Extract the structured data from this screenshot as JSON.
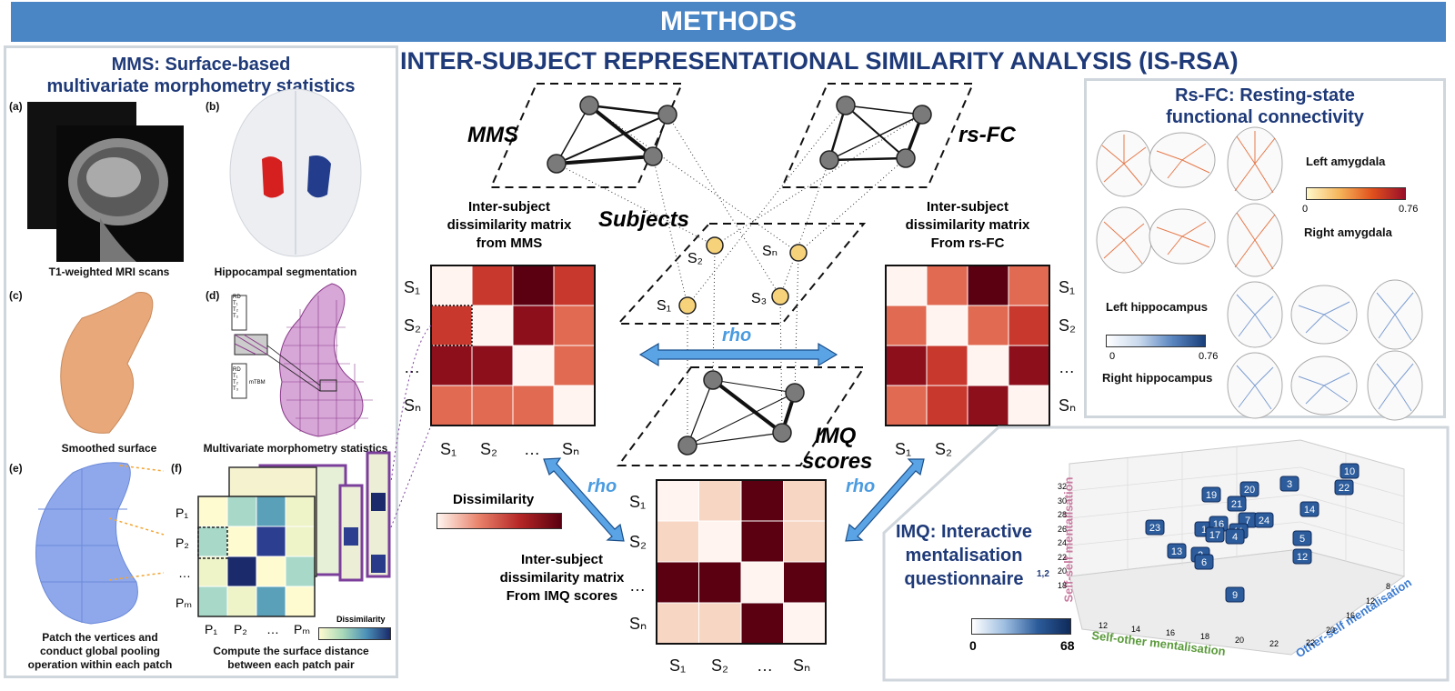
{
  "header": {
    "title": "METHODS"
  },
  "mms": {
    "title1": "MMS: Surface-based",
    "title2": "multivariate morphometry statistics",
    "a": "(a)",
    "b": "(b)",
    "c": "(c)",
    "d": "(d)",
    "e": "(e)",
    "f": "(f)",
    "cap_a": "T1-weighted MRI scans",
    "cap_b": "Hippocampal segmentation",
    "cap_c": "Smoothed surface",
    "cap_d": "Multivariate morphometry statistics",
    "cap_e1": "Patch the vertices and",
    "cap_e2": "conduct global pooling",
    "cap_e3": "operation within each patch",
    "cap_f1": "Compute the surface distance",
    "cap_f2": "between each patch pair",
    "dissimilarity": "Dissimilarity",
    "patches": [
      "P₁",
      "P₂",
      "…",
      "Pₘ"
    ],
    "d_box1": [
      "RD",
      "T₁",
      "T₂",
      "T₃"
    ],
    "d_box2": [
      "RD",
      "T₁",
      "T₂",
      "T₃"
    ],
    "mtbm": "mTBM"
  },
  "center": {
    "title": "INTER-SUBJECT REPRESENTATIONAL SIMILARITY ANALYSIS (IS-RSA)",
    "mms": "MMS",
    "rsfc": "rs-FC",
    "subjects": "Subjects",
    "imq1": "IMQ",
    "imq2": "scores",
    "rho": "rho",
    "mat_mms": [
      "Inter-subject",
      "dissimilarity matrix",
      "from MMS"
    ],
    "mat_rsfc": [
      "Inter-subject",
      "dissimilarity matrix",
      "From rs-FC"
    ],
    "mat_imq": [
      "Inter-subject",
      "dissimilarity matrix",
      "From IMQ scores"
    ],
    "dissimilarity": "Dissimilarity",
    "nodes": [
      "S₁",
      "S₂",
      "S₃",
      "Sₙ"
    ],
    "subj_labels": [
      "S₁",
      "S₂",
      "…",
      "Sₙ"
    ]
  },
  "rsfc": {
    "title1": "Rs-FC: Resting-state",
    "title2": "functional connectivity",
    "left_amyg": "Left amygdala",
    "right_amyg": "Right amygdala",
    "left_hippo": "Left hippocampus",
    "right_hippo": "Right hippocampus",
    "cb_min": "0",
    "cb_max": "0.76"
  },
  "imq": {
    "title1": "IMQ: Interactive",
    "title2": "mentalisation",
    "title3": "questionnaire",
    "sup": "1,2",
    "cb_min": "0",
    "cb_max": "68"
  },
  "chart_data": {
    "type": "scatter",
    "xlabel": "Self-other mentalisation",
    "ylabel": "Other-self mentalisation",
    "zlabel": "Self-self mentalisation",
    "x_ticks": [
      "12",
      "14",
      "16",
      "18",
      "20",
      "22"
    ],
    "y_ticks": [
      "8",
      "12",
      "16",
      "20",
      "22"
    ],
    "z_ticks": [
      "18",
      "20",
      "22",
      "24",
      "26",
      "28",
      "30",
      "32"
    ],
    "points": [
      {
        "label": "10"
      },
      {
        "label": "22"
      },
      {
        "label": "3"
      },
      {
        "label": "20"
      },
      {
        "label": "19"
      },
      {
        "label": "21"
      },
      {
        "label": "14"
      },
      {
        "label": "23"
      },
      {
        "label": "1"
      },
      {
        "label": "16"
      },
      {
        "label": "7"
      },
      {
        "label": "11"
      },
      {
        "label": "24"
      },
      {
        "label": "17"
      },
      {
        "label": "4"
      },
      {
        "label": "5"
      },
      {
        "label": "13"
      },
      {
        "label": "2"
      },
      {
        "label": "6"
      },
      {
        "label": "12"
      },
      {
        "label": "9"
      }
    ]
  },
  "colors": {
    "banner": "#4a86c5",
    "title": "#1f3a78",
    "rho": "#4a9be0"
  }
}
